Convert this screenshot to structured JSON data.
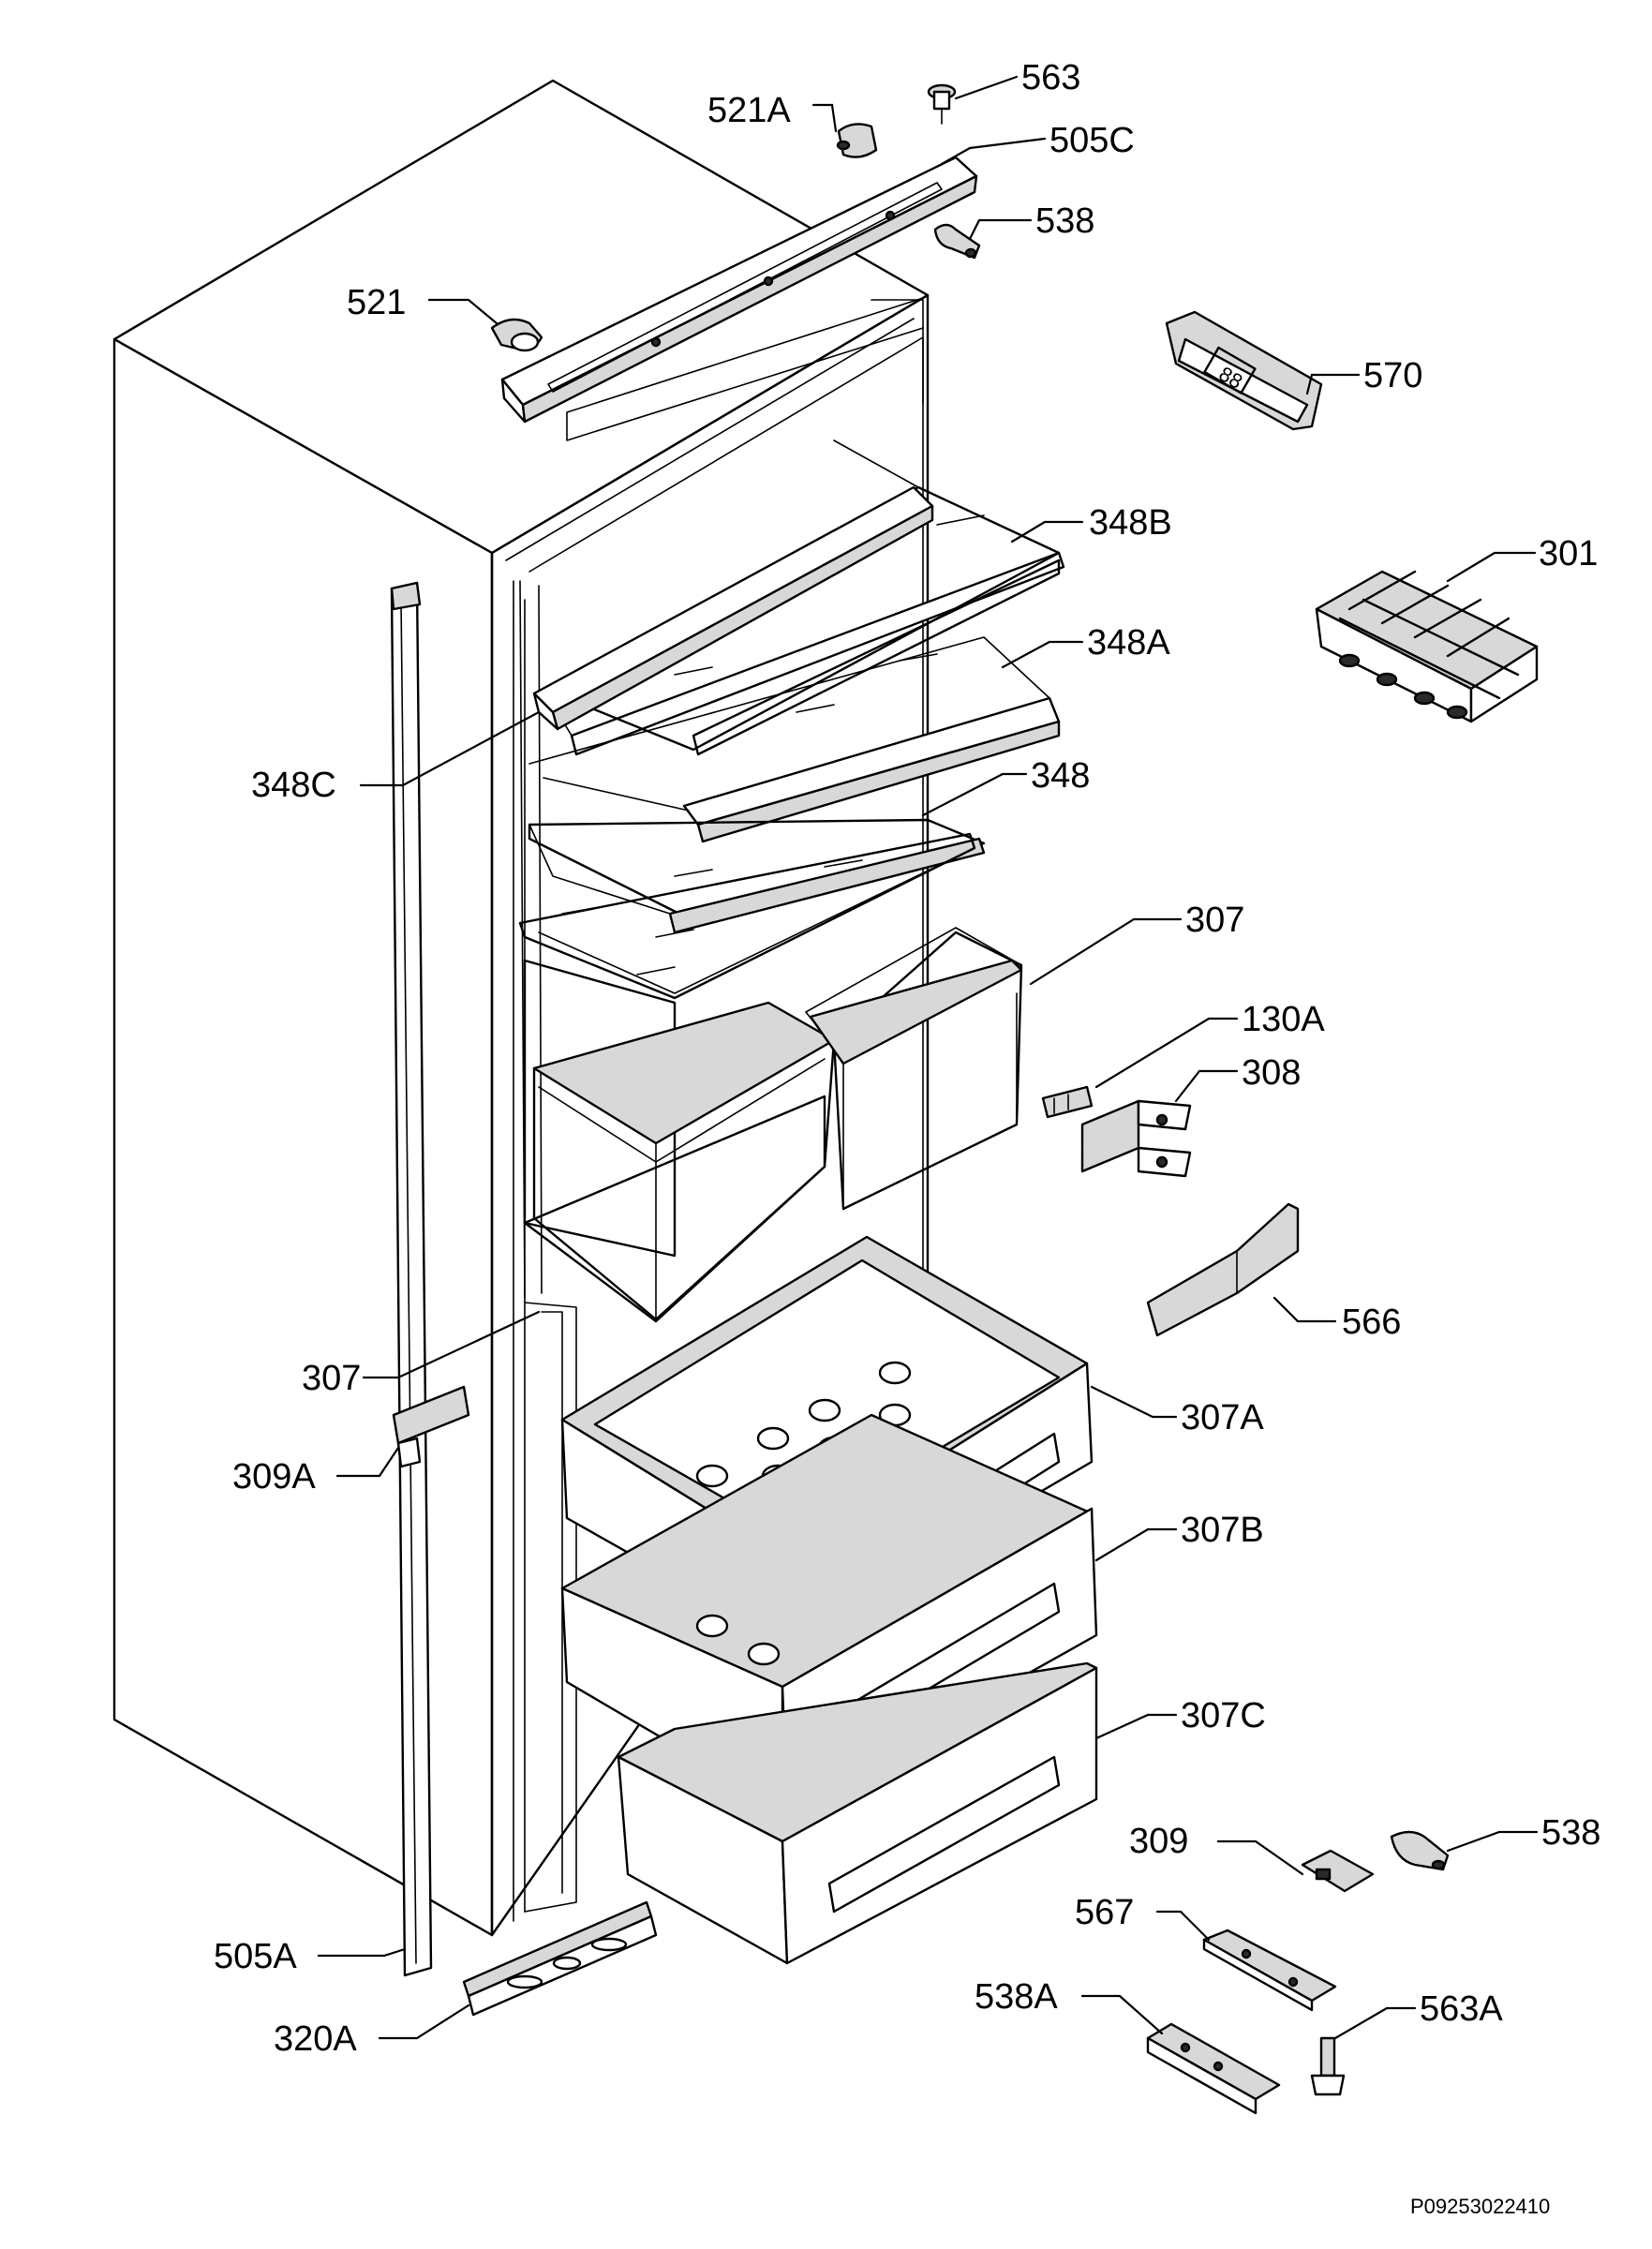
{
  "labels": {
    "l563": "563",
    "l521A": "521A",
    "l505C": "505C",
    "l538_top": "538",
    "l521": "521",
    "l570": "570",
    "l348B": "348B",
    "l301": "301",
    "l348A": "348A",
    "l348C": "348C",
    "l348": "348",
    "l307_top": "307",
    "l130A": "130A",
    "l308": "308",
    "l566": "566",
    "l307_left": "307",
    "l307A": "307A",
    "l309A": "309A",
    "l307B": "307B",
    "l307C": "307C",
    "l309": "309",
    "l538_bottom": "538",
    "l567": "567",
    "l505A": "505A",
    "l538A": "538A",
    "l563A": "563A",
    "l320A": "320A"
  },
  "reference_code": "P09253022410"
}
